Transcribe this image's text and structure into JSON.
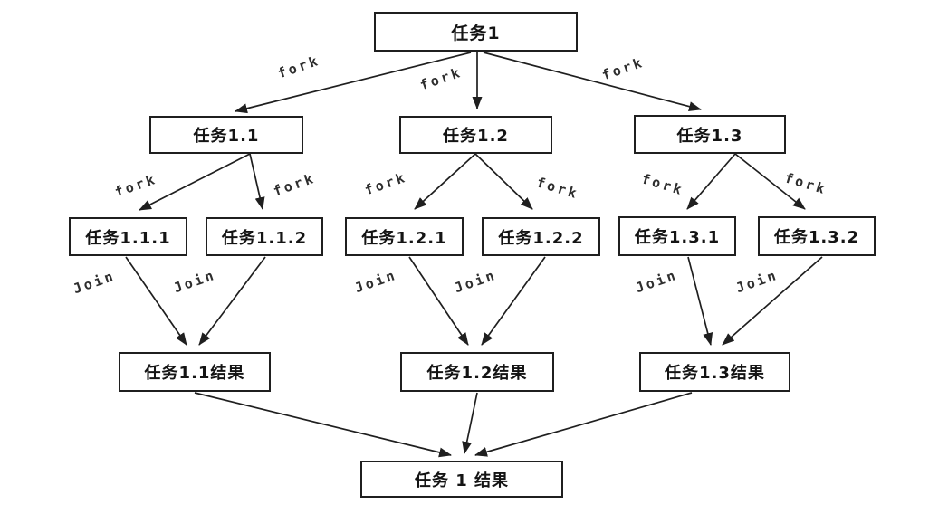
{
  "diagram": {
    "type": "fork-join-task-tree",
    "background_color": "#ffffff",
    "stroke_color": "#1f1f1f",
    "box_fill_color": "#ffffff",
    "edge_labels": {
      "fork": "fork",
      "join": "Join"
    },
    "nodes": {
      "task1": {
        "label": "任务1"
      },
      "task1_1": {
        "label": "任务1.1"
      },
      "task1_2": {
        "label": "任务1.2"
      },
      "task1_3": {
        "label": "任务1.3"
      },
      "task1_1_1": {
        "label": "任务1.1.1"
      },
      "task1_1_2": {
        "label": "任务1.1.2"
      },
      "task1_2_1": {
        "label": "任务1.2.1"
      },
      "task1_2_2": {
        "label": "任务1.2.2"
      },
      "task1_3_1": {
        "label": "任务1.3.1"
      },
      "task1_3_2": {
        "label": "任务1.3.2"
      },
      "result1_1": {
        "label": "任务1.1结果"
      },
      "result1_2": {
        "label": "任务1.2结果"
      },
      "result1_3": {
        "label": "任务1.3结果"
      },
      "final_result": {
        "label": "任务 1 结果"
      }
    },
    "edges": [
      {
        "from": "task1",
        "to": "task1_1",
        "label": "fork"
      },
      {
        "from": "task1",
        "to": "task1_2",
        "label": "fork"
      },
      {
        "from": "task1",
        "to": "task1_3",
        "label": "fork"
      },
      {
        "from": "task1_1",
        "to": "task1_1_1",
        "label": "fork"
      },
      {
        "from": "task1_1",
        "to": "task1_1_2",
        "label": "fork"
      },
      {
        "from": "task1_2",
        "to": "task1_2_1",
        "label": "fork"
      },
      {
        "from": "task1_2",
        "to": "task1_2_2",
        "label": "fork"
      },
      {
        "from": "task1_3",
        "to": "task1_3_1",
        "label": "fork"
      },
      {
        "from": "task1_3",
        "to": "task1_3_2",
        "label": "fork"
      },
      {
        "from": "task1_1_1",
        "to": "result1_1",
        "label": "Join"
      },
      {
        "from": "task1_1_2",
        "to": "result1_1",
        "label": "Join"
      },
      {
        "from": "task1_2_1",
        "to": "result1_2",
        "label": "Join"
      },
      {
        "from": "task1_2_2",
        "to": "result1_2",
        "label": "Join"
      },
      {
        "from": "task1_3_1",
        "to": "result1_3",
        "label": "Join"
      },
      {
        "from": "task1_3_2",
        "to": "result1_3",
        "label": "Join"
      },
      {
        "from": "result1_1",
        "to": "final_result",
        "label": ""
      },
      {
        "from": "result1_2",
        "to": "final_result",
        "label": ""
      },
      {
        "from": "result1_3",
        "to": "final_result",
        "label": ""
      }
    ]
  }
}
